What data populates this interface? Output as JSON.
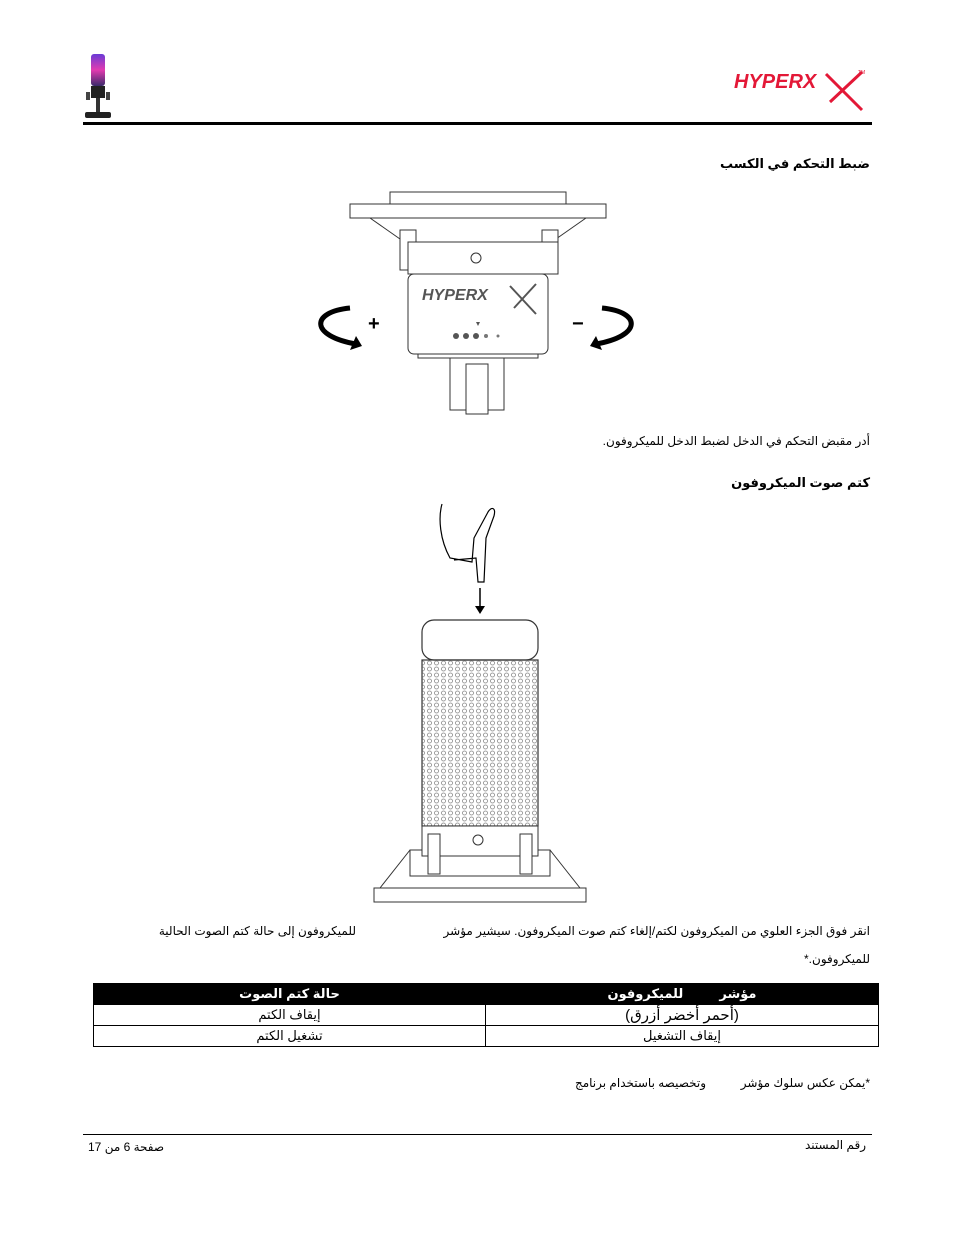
{
  "header": {
    "brand": "HYPERX",
    "trademark": "TM"
  },
  "gain_section": {
    "title": "ضبط التحكم في الكسب",
    "plus": "+",
    "minus": "−",
    "body": "أدر مقبض التحكم في الدخل لضبط الدخل للميكروفون."
  },
  "mute_section": {
    "title": "كتم صوت الميكروفون",
    "body_line1_part1": "انقر فوق الجزء العلوي من الميكروفون لكتم/إلغاء كتم صوت الميكروفون. سيشير مؤشر",
    "body_line1_part2": "للميكروفون إلى حالة كتم الصوت الحالية",
    "body_line2": "للميكروفون.*"
  },
  "status_table": {
    "headers": [
      "مؤشر",
      "للميكروفون",
      "حالة كتم الصوت"
    ],
    "rows": [
      {
        "indicator": "إيقاف التشغيل",
        "state": "تشغيل الكتم"
      },
      {
        "indicator": "(أحمر أخضر أزرق)",
        "state": "إيقاف الكتم"
      }
    ]
  },
  "note": {
    "part1": "*يمكن عكس سلوك مؤشر",
    "part2": "وتخصيصه باستخدام برنامج"
  },
  "footer": {
    "doc_number_label": "رقم المستند",
    "page_label": "صفحة 6 من 17"
  }
}
